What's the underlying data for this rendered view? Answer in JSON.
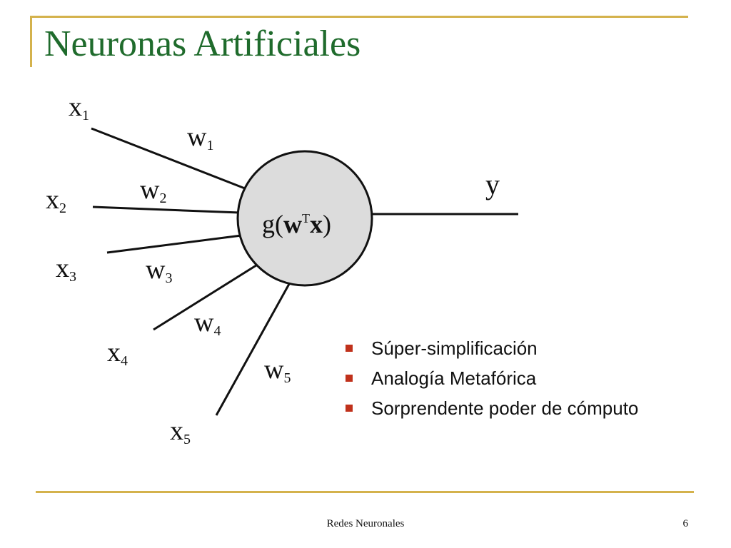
{
  "slide": {
    "title": "Neuronas Artificiales",
    "footer": "Redes Neuronales",
    "page_number": "6"
  },
  "colors": {
    "accent_rule": "#d4b24c",
    "title": "#1f6b2c",
    "bullet": "#c0311b",
    "neuron_fill": "#dcdcdc"
  },
  "neuron": {
    "function": "g(",
    "weight": "w",
    "transpose": "T",
    "input": "x",
    "close": ")",
    "output": "y"
  },
  "inputs": [
    {
      "label": "x",
      "sub": "1",
      "weight": "w",
      "wsub": "1"
    },
    {
      "label": "x",
      "sub": "2",
      "weight": "w",
      "wsub": "2"
    },
    {
      "label": "x",
      "sub": "3",
      "weight": "w",
      "wsub": "3"
    },
    {
      "label": "x",
      "sub": "4",
      "weight": "w",
      "wsub": "4"
    },
    {
      "label": "x",
      "sub": "5",
      "weight": "w",
      "wsub": "5"
    }
  ],
  "bullets": [
    "Súper-simplificación",
    "Analogía Metafórica",
    "Sorprendente poder de cómputo"
  ]
}
